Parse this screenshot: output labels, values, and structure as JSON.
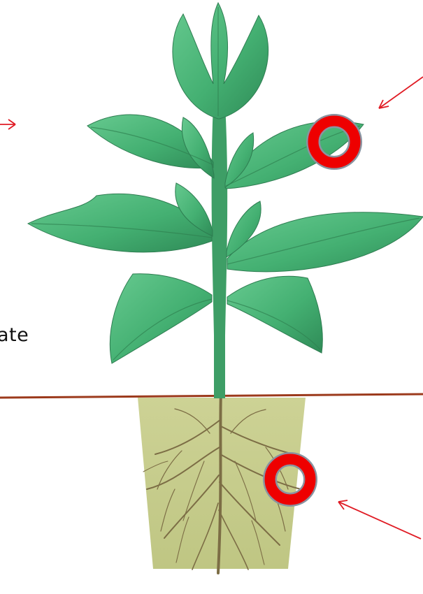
{
  "labels": {
    "cutoff_text": "ate"
  },
  "colors": {
    "background": "#ffffff",
    "leaf": "#49b577",
    "leaf_dark": "#2e8a57",
    "stem": "#3e9e66",
    "soil_block": "#c8cf8e",
    "roots": "#7c6d45",
    "ground_line": "#9c3a1c",
    "marker_ring": "#ee0000",
    "marker_outline": "#8a93a0",
    "arrow": "#e01b24"
  },
  "markers": [
    {
      "name": "leaf-marker"
    },
    {
      "name": "root-marker"
    }
  ]
}
